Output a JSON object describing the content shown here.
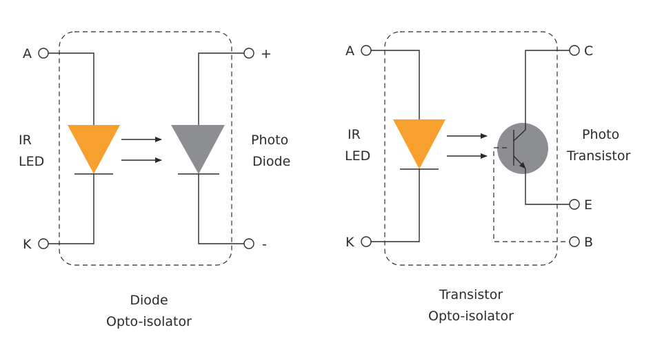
{
  "colors": {
    "led": "#f7a02e",
    "photodiode": "#8d8e91",
    "transistor": "#8d8e91",
    "line": "#2b2b2b"
  },
  "diode_isolator": {
    "terminal_anode": "A",
    "terminal_cathode": "K",
    "terminal_plus": "+",
    "terminal_minus": "-",
    "led_label_line1": "IR",
    "led_label_line2": "LED",
    "sensor_label_line1": "Photo",
    "sensor_label_line2": "Diode",
    "caption_line1": "Diode",
    "caption_line2": "Opto-isolator"
  },
  "transistor_isolator": {
    "terminal_anode": "A",
    "terminal_cathode": "K",
    "terminal_collector": "C",
    "terminal_emitter": "E",
    "terminal_base": "B",
    "led_label_line1": "IR",
    "led_label_line2": "LED",
    "sensor_label_line1": "Photo",
    "sensor_label_line2": "Transistor",
    "caption_line1": "Transistor",
    "caption_line2": "Opto-isolator"
  }
}
